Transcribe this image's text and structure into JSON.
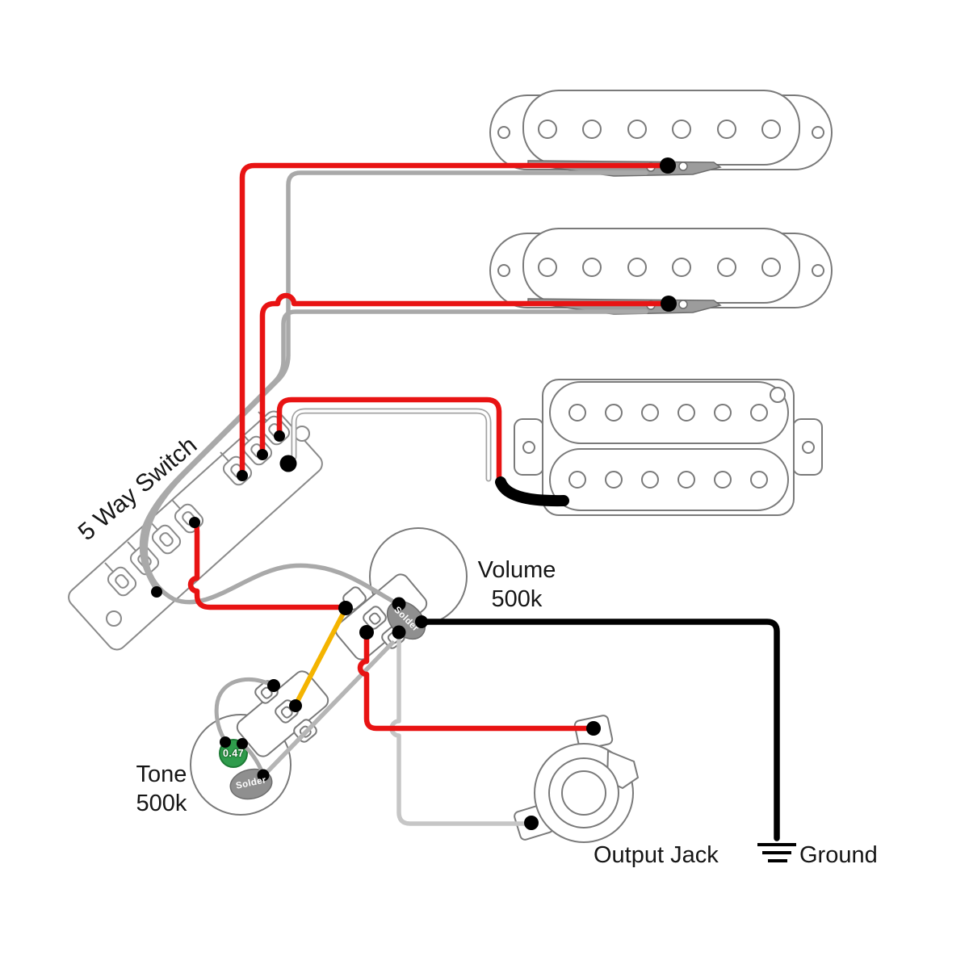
{
  "labels": {
    "switch": "5 Way Switch",
    "volume_name": "Volume",
    "volume_value": "500k",
    "tone_name": "Tone",
    "tone_value": "500k",
    "output_jack": "Output Jack",
    "ground": "Ground",
    "solder": "Solder",
    "capacitor_value": "0.47"
  },
  "colors": {
    "hot_wire_red": "#e81313",
    "ground_wire_black": "#000000",
    "gray_wire": "#a9a9a9",
    "light_gray_wire": "#c6c6c6",
    "yellow_wire": "#f4b400",
    "solder_blob": "#8f8f8f",
    "capacitor_green": "#2f9c4c",
    "component_outline": "#7a7a7a",
    "solder_dot": "#000000"
  },
  "components": {
    "pickups": [
      {
        "type": "single-coil",
        "position": "neck",
        "poles": 6,
        "wires": [
          "red",
          "gray"
        ]
      },
      {
        "type": "single-coil",
        "position": "middle",
        "poles": 6,
        "wires": [
          "red",
          "gray"
        ]
      },
      {
        "type": "humbucker",
        "position": "bridge",
        "poles": 12,
        "wires": [
          "red",
          "white",
          "black-jacket"
        ]
      }
    ],
    "switch": {
      "label": "5 Way Switch",
      "lugs": 8
    },
    "pots": [
      {
        "label": "Volume",
        "value": "500k",
        "solder_points": 2
      },
      {
        "label": "Tone",
        "value": "500k",
        "solder_points": 1
      }
    ],
    "capacitor": {
      "value": "0.47"
    },
    "jack": {
      "label": "Output Jack",
      "terminals": 2
    },
    "ground": {
      "label": "Ground"
    }
  }
}
